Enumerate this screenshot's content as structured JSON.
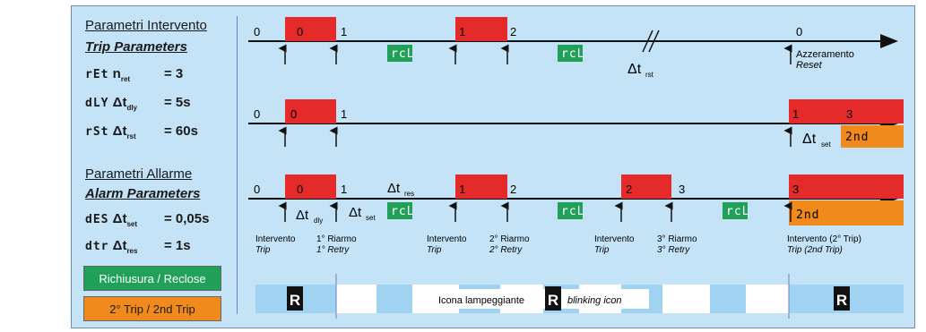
{
  "left": {
    "title_it": "Parametri Intervento",
    "title_en": "Trip Parameters",
    "ret_code": "rEt",
    "ret_sym": "n",
    "ret_sub": "ret",
    "ret_val": "= 3",
    "dly_code": "dLY",
    "dly_sym": "Δt",
    "dly_sub": "dly",
    "dly_val": "= 5s",
    "rst_code": "rSt",
    "rst_sym": "Δt",
    "rst_sub": "rst",
    "rst_val": "= 60s",
    "alarm_it": "Parametri Allarme",
    "alarm_en": "Alarm Parameters",
    "set_code": "dES",
    "set_sym": "Δt",
    "set_sub": "set",
    "set_val": "= 0,05s",
    "res_code": "dtr",
    "res_sym": "Δt",
    "res_sub": "res",
    "res_val": "= 1s",
    "legend_reclose": "Richiusura / Reclose",
    "legend_second": "2° Trip / 2nd Trip"
  },
  "colors": {
    "red": "#e52a2a",
    "green": "#21a05a",
    "orange": "#f08a1c",
    "panel": "#c4e3f6",
    "stripe": "#9fd3f1"
  },
  "tl1": {
    "n0": "0",
    "r0": "0",
    "n1": "1",
    "r1": "1",
    "n2": "2",
    "rcl": "rcL",
    "delta": "Δt",
    "delta_sub": "rst",
    "end_num": "0",
    "reset_it": "Azzeramento",
    "reset_en": "Reset"
  },
  "tl2": {
    "n0": "0",
    "r0": "0",
    "n1": "1",
    "r_a": "1",
    "r_b": "3",
    "delta": "Δt",
    "delta_sub": "set",
    "second": "2nd"
  },
  "tl3": {
    "n0": "0",
    "r0": "0",
    "n1": "1",
    "r1": "1",
    "n2": "2",
    "r2": "2",
    "n3": "3",
    "r3": "3",
    "rcl": "rcL",
    "second": "2nd",
    "dly": "Δt",
    "dly_sub": "dly",
    "set": "Δt",
    "set_sub": "set",
    "res": "Δt",
    "res_sub": "res",
    "lab1_it": "Intervento",
    "lab1_en": "Trip",
    "lab2_it": "1° Riarmo",
    "lab2_en": "1° Retry",
    "lab3_it": "Intervento",
    "lab3_en": "Trip",
    "lab4_it": "2° Riarmo",
    "lab4_en": "2° Retry",
    "lab5_it": "Intervento",
    "lab5_en": "Trip",
    "lab6_it": "3° Riarmo",
    "lab6_en": "3° Retry",
    "lab7_it": "Intervento (2° Trip)",
    "lab7_en": "Trip (2nd Trip)"
  },
  "icon": {
    "letter": "R",
    "text_it": "Icona lampeggiante",
    "text_en": "blinking icon"
  }
}
